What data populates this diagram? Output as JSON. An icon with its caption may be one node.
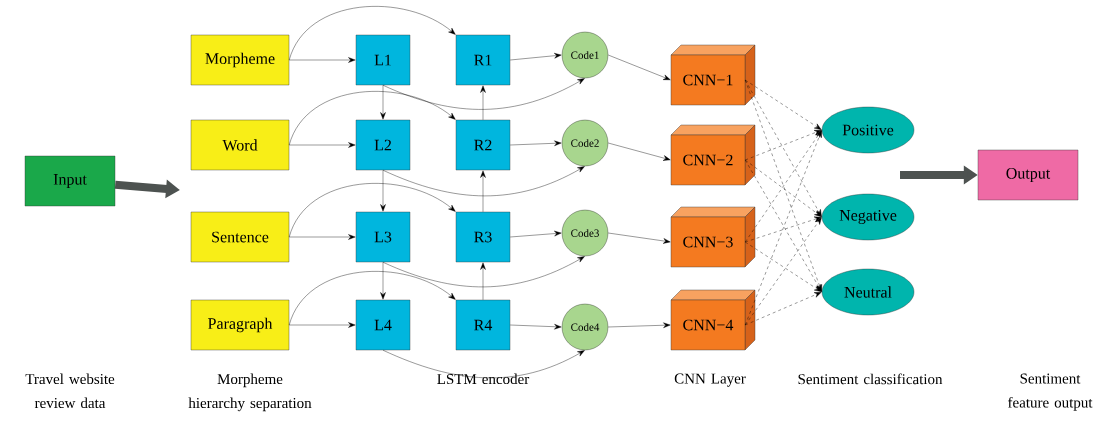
{
  "diagram": {
    "nodes": [
      {
        "text": [
          "Input"
        ]
      },
      {
        "text": [
          "Morpheme"
        ]
      },
      {
        "text": [
          "Word"
        ]
      },
      {
        "text": [
          "Sentence"
        ]
      },
      {
        "text": [
          "Paragraph"
        ]
      },
      {
        "text": [
          "L1"
        ]
      },
      {
        "text": [
          "L2"
        ]
      },
      {
        "text": [
          "L3"
        ]
      },
      {
        "text": [
          "L4"
        ]
      },
      {
        "text": [
          "R1"
        ]
      },
      {
        "text": [
          "R2"
        ]
      },
      {
        "text": [
          "R3"
        ]
      },
      {
        "text": [
          "R4"
        ]
      },
      {
        "text": [
          "Code1"
        ]
      },
      {
        "text": [
          "Code2"
        ]
      },
      {
        "text": [
          "Code3"
        ]
      },
      {
        "text": [
          "Code4"
        ]
      },
      {
        "text": [
          "CNN−1"
        ]
      },
      {
        "text": [
          "CNN−2"
        ]
      },
      {
        "text": [
          "CNN−3"
        ]
      },
      {
        "text": [
          "CNN−4"
        ]
      },
      {
        "text": [
          "Positive"
        ]
      },
      {
        "text": [
          "Negative"
        ]
      },
      {
        "text": [
          "Neutral"
        ]
      },
      {
        "text": [
          "Output"
        ]
      }
    ],
    "edges": [
      {
        "from": 0,
        "to": null,
        "arrow": "to",
        "style": "thick",
        "color": "#4d5250"
      },
      {
        "from": 1,
        "to": 5,
        "arrow": "to"
      },
      {
        "from": 1,
        "to": 9,
        "arrow": "to"
      },
      {
        "from": 5,
        "to": 13,
        "arrow": "to"
      },
      {
        "from": 9,
        "to": 13,
        "arrow": "to"
      },
      {
        "from": 5,
        "to": 6,
        "arrow": "to"
      },
      {
        "from": 10,
        "to": 9,
        "arrow": "to"
      },
      {
        "from": 2,
        "to": 6,
        "arrow": "to"
      },
      {
        "from": 2,
        "to": 10,
        "arrow": "to"
      },
      {
        "from": 6,
        "to": 14,
        "arrow": "to"
      },
      {
        "from": 10,
        "to": 14,
        "arrow": "to"
      },
      {
        "from": 6,
        "to": 7,
        "arrow": "to"
      },
      {
        "from": 11,
        "to": 10,
        "arrow": "to"
      },
      {
        "from": 3,
        "to": 7,
        "arrow": "to"
      },
      {
        "from": 3,
        "to": 11,
        "arrow": "to"
      },
      {
        "from": 7,
        "to": 15,
        "arrow": "to"
      },
      {
        "from": 11,
        "to": 15,
        "arrow": "to"
      },
      {
        "from": 7,
        "to": 8,
        "arrow": "to"
      },
      {
        "from": 12,
        "to": 11,
        "arrow": "to"
      },
      {
        "from": 4,
        "to": 8,
        "arrow": "to"
      },
      {
        "from": 4,
        "to": 12,
        "arrow": "to"
      },
      {
        "from": 8,
        "to": 16,
        "arrow": "to"
      },
      {
        "from": 12,
        "to": 16,
        "arrow": "to"
      },
      {
        "from": 13,
        "to": 17,
        "arrow": "to"
      },
      {
        "from": 14,
        "to": 18,
        "arrow": "to"
      },
      {
        "from": 15,
        "to": 19,
        "arrow": "to"
      },
      {
        "from": 16,
        "to": 20,
        "arrow": "to"
      },
      {
        "from": 17,
        "to": 21,
        "arrow": "to",
        "style": "dashed"
      },
      {
        "from": 17,
        "to": 22,
        "arrow": "to",
        "style": "dashed"
      },
      {
        "from": 17,
        "to": 23,
        "arrow": "to",
        "style": "dashed"
      },
      {
        "from": 18,
        "to": 21,
        "arrow": "to",
        "style": "dashed"
      },
      {
        "from": 18,
        "to": 22,
        "arrow": "to",
        "style": "dashed"
      },
      {
        "from": 18,
        "to": 23,
        "arrow": "to",
        "style": "dashed"
      },
      {
        "from": 19,
        "to": 21,
        "arrow": "to",
        "style": "dashed"
      },
      {
        "from": 19,
        "to": 22,
        "arrow": "to",
        "style": "dashed"
      },
      {
        "from": 19,
        "to": 23,
        "arrow": "to",
        "style": "dashed"
      },
      {
        "from": 20,
        "to": 21,
        "arrow": "to",
        "style": "dashed"
      },
      {
        "from": 20,
        "to": 22,
        "arrow": "to",
        "style": "dashed"
      },
      {
        "from": 20,
        "to": 23,
        "arrow": "to",
        "style": "dashed"
      },
      {
        "from": null,
        "to": 24,
        "arrow": "to",
        "style": "thick",
        "color": "#4d5250"
      }
    ],
    "labels": [
      "Travel website review data",
      "Morpheme hierarchy separation",
      "LSTM encoder",
      "CNN Layer",
      "Sentiment classification",
      "Sentiment feature output"
    ]
  }
}
